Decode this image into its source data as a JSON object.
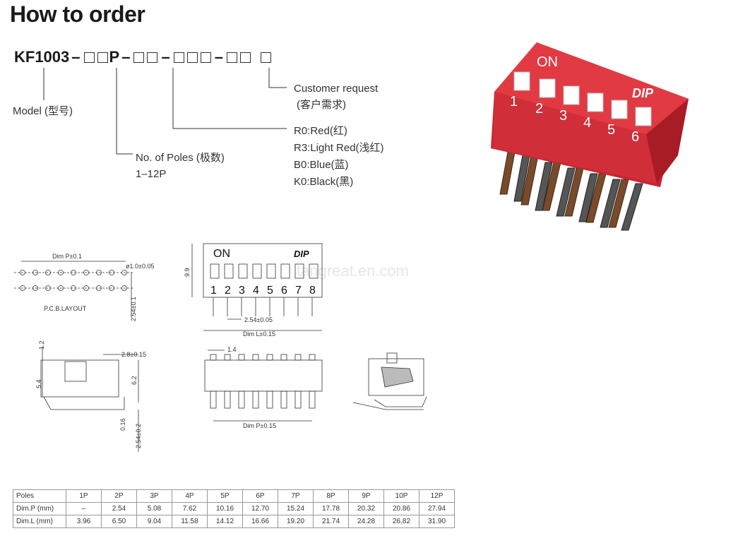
{
  "title": "How to order",
  "part_code": {
    "prefix": "KF1003",
    "sep1": "–",
    "poles_suffix": "P",
    "sep2": "–",
    "sep3": "–",
    "sep4": "–"
  },
  "callouts": {
    "model": "Model (型号)",
    "poles_title": "No. of Poles (极数)",
    "poles_range": "1–12P",
    "colors": [
      "R0:Red(红)",
      "R3:Light Red(浅红)",
      "B0:Blue(蓝)",
      "K0:Black(黑)"
    ],
    "customer_request": "Customer request",
    "customer_request_cn": "(客户需求)"
  },
  "product_photo": {
    "on_label": "ON",
    "numbers": [
      "1",
      "2",
      "3",
      "4",
      "5",
      "6"
    ],
    "logo": "DIP",
    "body_color": "#e0313a"
  },
  "drawings": {
    "pcb_label": "P.C.B.LAYOUT",
    "pcb_dim_p": "Dim  P±0.1",
    "pcb_hole": "ø1.0±0.05",
    "pcb_pitch": "2.54±0.1",
    "front_on": "ON",
    "front_logo": "DIP",
    "front_numbers": [
      "1",
      "2",
      "3",
      "4",
      "5",
      "6",
      "7",
      "8"
    ],
    "front_height": "9.9",
    "front_pitch": "2.54±0.05",
    "front_dim_l": "Dim  L±0.15",
    "side_top": "1.2",
    "side_width": "2.8±0.15",
    "side_h1": "5.4",
    "side_h2": "6.2",
    "side_pin": "0.16",
    "side_pitch": "2.54±0.2",
    "bottom_pin": "1.4",
    "bottom_dim_p": "Dim  P±0.15"
  },
  "watermark": "tangreat.en.com",
  "spec_table": {
    "headers": [
      "Poles",
      "1P",
      "2P",
      "3P",
      "4P",
      "5P",
      "6P",
      "7P",
      "8P",
      "9P",
      "10P",
      "12P"
    ],
    "rows": [
      [
        "Dim.P (mm)",
        "–",
        "2.54",
        "5.08",
        "7.62",
        "10.16",
        "12.70",
        "15.24",
        "17.78",
        "20.32",
        "20.86",
        "27.94"
      ],
      [
        "Dim.L (mm)",
        "3.96",
        "6.50",
        "9.04",
        "11.58",
        "14.12",
        "16.66",
        "19.20",
        "21.74",
        "24.28",
        "26.82",
        "31.90"
      ]
    ]
  }
}
